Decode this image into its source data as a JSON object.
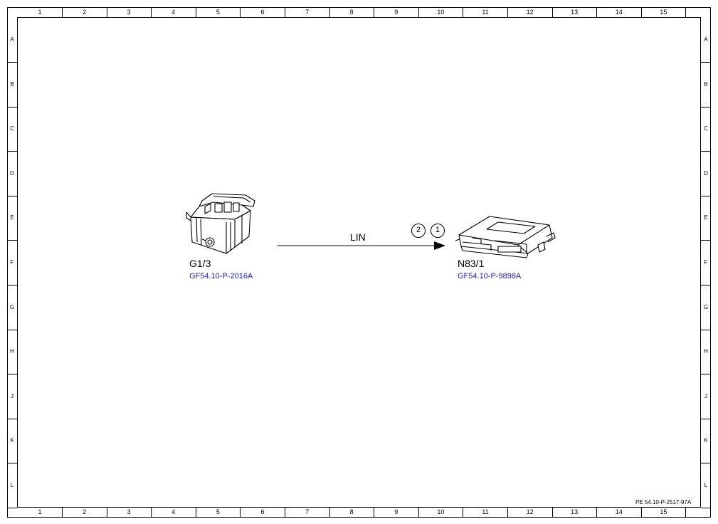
{
  "frame": {
    "columns": [
      "1",
      "2",
      "3",
      "4",
      "5",
      "6",
      "7",
      "8",
      "9",
      "10",
      "11",
      "12",
      "13",
      "14",
      "15"
    ],
    "rows": [
      "A",
      "B",
      "C",
      "D",
      "E",
      "F",
      "G",
      "H",
      "J",
      "K",
      "L"
    ]
  },
  "components": {
    "source": {
      "code": "G1/3",
      "reference": "GF54.10-P-2016A",
      "icon": "battery-module-icon"
    },
    "target": {
      "code": "N83/1",
      "reference": "GF54.10-P-9898A",
      "icon": "control-unit-icon"
    }
  },
  "connection": {
    "signal": "LIN",
    "pins": [
      "2",
      "1"
    ]
  },
  "document_id": "PE 54.10-P-2517-97A",
  "colors": {
    "link": "#1a1ac8",
    "line": "#000000"
  }
}
